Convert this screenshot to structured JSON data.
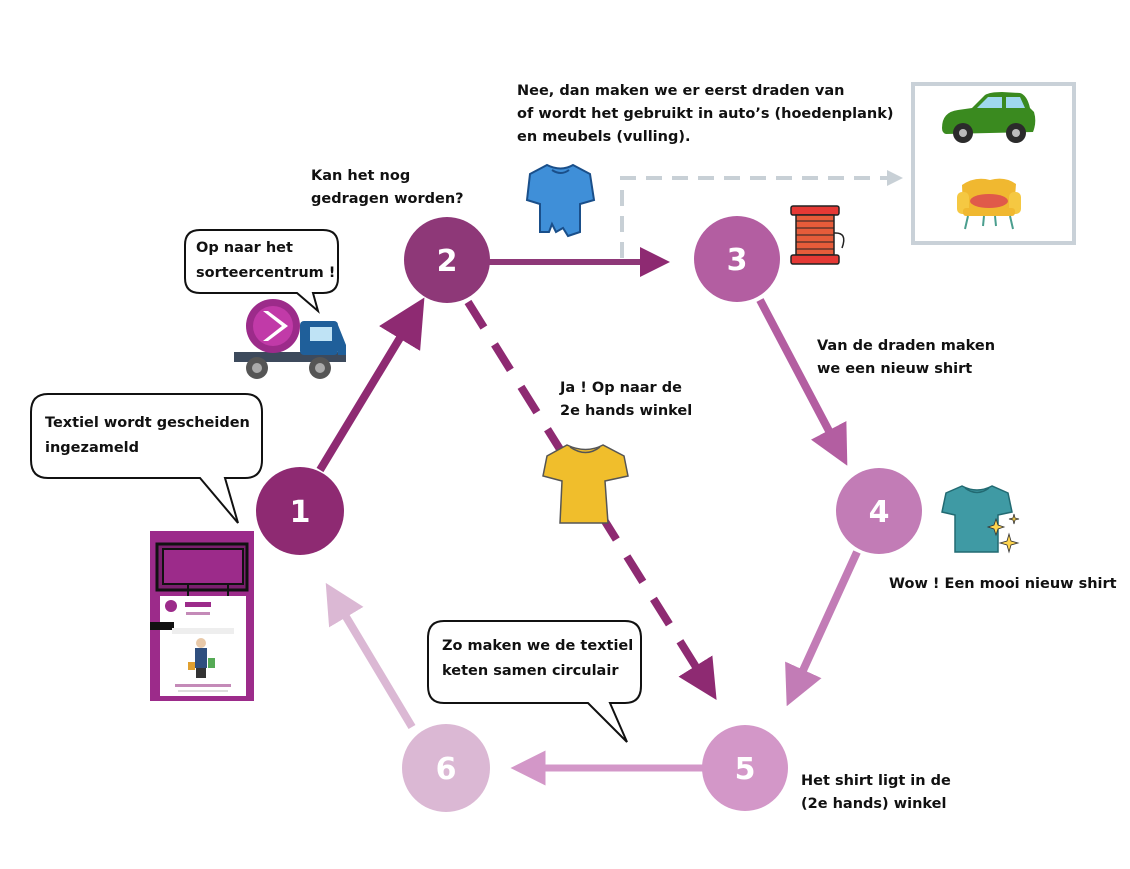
{
  "nodes": [
    {
      "id": 1,
      "label": "1",
      "color": "#8e2a72"
    },
    {
      "id": 2,
      "label": "2",
      "color": "#8e3878"
    },
    {
      "id": 3,
      "label": "3",
      "color": "#b35ea1"
    },
    {
      "id": 4,
      "label": "4",
      "color": "#c27cb6"
    },
    {
      "id": 5,
      "label": "5",
      "color": "#d397c8"
    },
    {
      "id": 6,
      "label": "6",
      "color": "#dbb8d4"
    }
  ],
  "texts": {
    "bubble_collected": "Textiel wordt gescheiden\ningezameld",
    "bubble_sorting": "Op naar het\nsorteercentrum !",
    "question_wearable": "Kan het nog\ngedragen worden?",
    "answer_no": "Nee, dan maken we er eerst draden van\nof wordt het gebruikt in auto’s (hoedenplank)\nen meubels (vulling).",
    "answer_yes": "Ja ! Op naar de\n2e hands winkel",
    "threads_to_shirt": "Van de draden maken\nwe een nieuw shirt",
    "new_shirt": "Wow ! Een mooi nieuw shirt",
    "shirt_in_store": "Het shirt ligt in de\n(2e hands) winkel",
    "bubble_circular": "Zo maken we de  textiel\nketen samen circulair"
  },
  "colors": {
    "dark_purple": "#8e2a72",
    "mid_purple": "#b35ea1",
    "light_purple": "#d397c8",
    "pale_purple": "#dbb8d4",
    "dashed_gray": "#c8d0d6",
    "box_border": "#c9d1d8"
  },
  "icons": [
    "container-icon",
    "truck-icon",
    "torn-shirt-icon",
    "spool-icon",
    "car-icon",
    "armchair-icon",
    "yellow-shirt-icon",
    "sparkle-shirt-icon"
  ]
}
